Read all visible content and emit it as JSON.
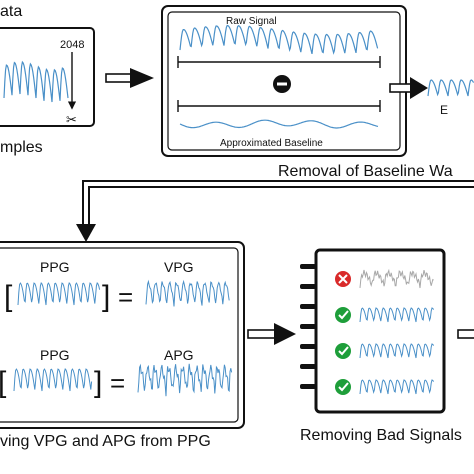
{
  "stage1": {
    "label_top": "ata",
    "sample_count": "2048",
    "label_bottom": "mples"
  },
  "stage2": {
    "raw_label": "Raw Signal",
    "baseline_label": "Approximated Baseline",
    "caption": "Removal of Baseline Wa",
    "result_label": "E"
  },
  "stage3": {
    "ppg_label_1": "PPG",
    "vpg_label": "VPG",
    "ppg_label_2": "PPG",
    "apg_label": "APG",
    "caption": "ving VPG and APG from PPG"
  },
  "stage4": {
    "caption": "Removing Bad Signals"
  },
  "colors": {
    "signal": "#4a90c8",
    "bad_signal": "#a8a8a8",
    "check": "#1e9e3a",
    "cross": "#d92a2a",
    "stroke": "#111111"
  }
}
